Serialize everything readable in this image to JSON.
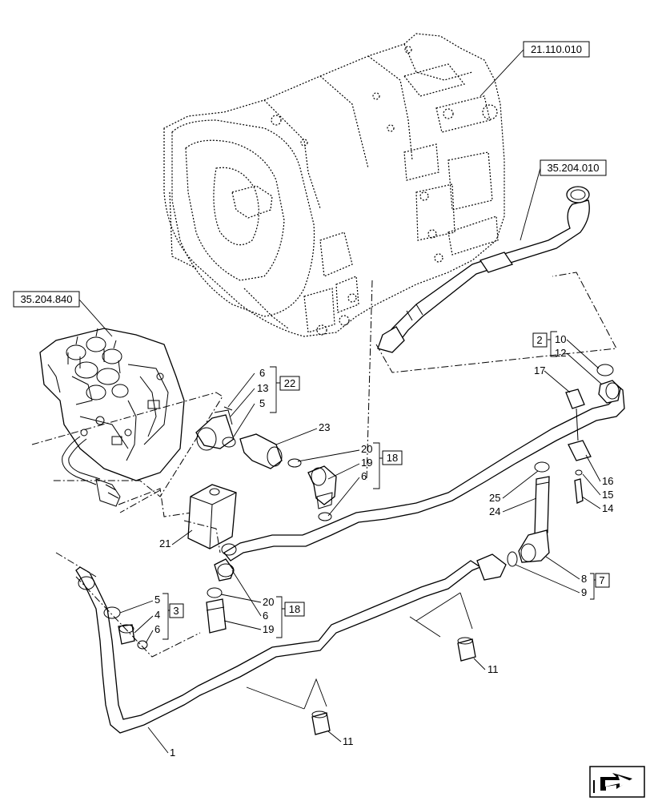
{
  "references": {
    "transmission": "21.110.010",
    "pipe_upper": "35.204.010",
    "valve": "35.204.840"
  },
  "groups": {
    "g22": "22",
    "g18a": "18",
    "g18b": "18",
    "g2": "2",
    "g7": "7",
    "g3": "3"
  },
  "callouts": {
    "c6a": "6",
    "c13": "13",
    "c5a": "5",
    "c23": "23",
    "c20a": "20",
    "c19a": "19",
    "c6b": "6",
    "c10": "10",
    "c12": "12",
    "c17": "17",
    "c16": "16",
    "c15": "15",
    "c14": "14",
    "c25": "25",
    "c24": "24",
    "c21": "21",
    "c8": "8",
    "c9": "9",
    "c20b": "20",
    "c6c": "6",
    "c19b": "19",
    "c5b": "5",
    "c4": "4",
    "c6d": "6",
    "c11a": "11",
    "c11b": "11",
    "c1": "1"
  },
  "icons": {
    "nav": "arrow-next-page-icon"
  }
}
